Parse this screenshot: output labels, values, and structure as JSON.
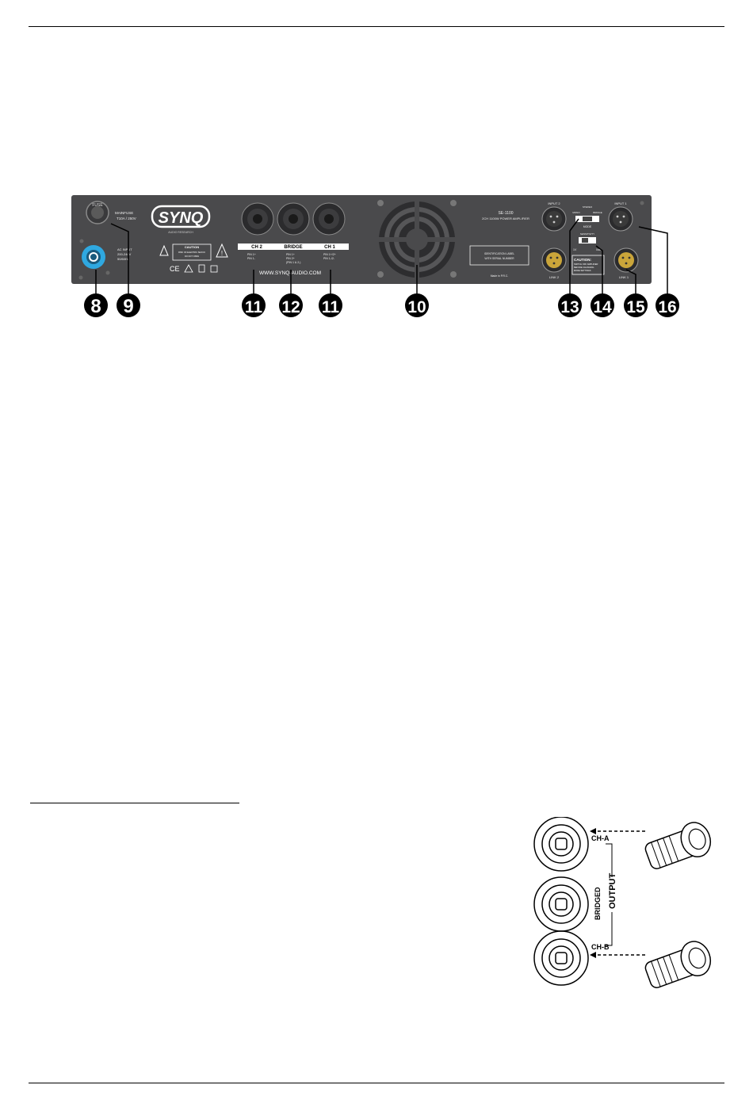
{
  "panel": {
    "brand": "SYNQ",
    "brand_sub": "AUDIO RESEARCH",
    "fuse_label": "FUSE",
    "main_fuse_label": "MAINFUSE",
    "main_fuse_rating": "T10A / 250V",
    "ac_input_label": "AC INPUT",
    "ac_input_voltage": "200-240V",
    "ac_input_freq": "50/60Hz",
    "caution_title": "CAUTION",
    "caution_line1": "RISK OF ELECTRIC SHOCK",
    "caution_line2": "DO NOT OPEN",
    "ce_mark": "CE",
    "speakon_ch2_label": "CH 2",
    "speakon_bridge_label": "BRIDGE",
    "speakon_ch1_label": "CH 1",
    "ch2_pins": [
      "PIN 1+",
      "PIN 1-"
    ],
    "bridge_pins": [
      "PIN 1+",
      "PIN 2+"
    ],
    "bridge_note": "(PIN 1 & 2-)",
    "ch1_pins": [
      "PIN 1+/2+",
      "PIN 1-/2-"
    ],
    "website": "WWW.SYNQ-AUDIO.COM",
    "model": "SE-1100",
    "model_desc": "2CH 1100W POWER AMPLIFIER",
    "id_label_line1": "IDENTIFICATION LABEL",
    "id_label_line2": "WITH SERIAL NUMBER",
    "made_in": "Made in P.R.C.",
    "input2_label": "INPUT 2",
    "input1_label": "INPUT 1",
    "link2_label": "LINK 2",
    "link1_label": "LINK 1",
    "mode_label": "MODE",
    "mode_mono": "MONO",
    "mode_stereo": "STEREO",
    "mode_bridge": "BRIDGE",
    "sensitivity_label": "SENSITIVITY",
    "sens_low": "1V",
    "sens_high": "0dB",
    "caution2_title": "CAUTION:",
    "caution2_line1": "SWITCH OFF AMPLIFIER",
    "caution2_line2": "BEFORE CHANGING",
    "caution2_line3": "MODE SETTINGS"
  },
  "callouts": [
    "8",
    "9",
    "11",
    "12",
    "11",
    "10",
    "13",
    "14",
    "15",
    "16"
  ],
  "diagram": {
    "ch_a": "CH-A",
    "ch_b": "CH-B",
    "bridged": "BRIDGED",
    "output": "OUTPUT"
  },
  "colors": {
    "panel": "#4a4a4c",
    "callout": "#000000",
    "power_blue": "#2fa8e0"
  }
}
